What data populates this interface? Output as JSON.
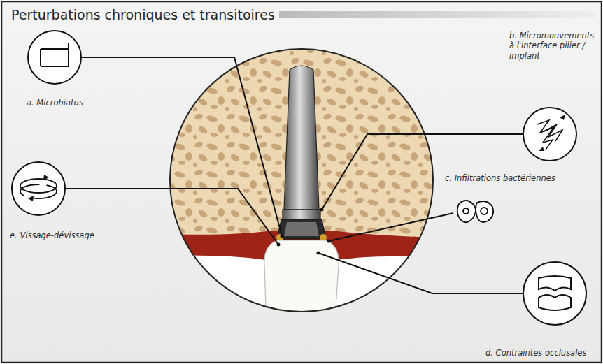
{
  "diagram": {
    "title": "Perturbations chroniques et transitoires",
    "labels": [
      "a. Microhiatus",
      "b. Micromouvements à l'interface pilier / implant",
      "c. Infiltrations bactériennes",
      "d. Contraintes occlusales",
      "e. Vissage-dévissage"
    ]
  }
}
